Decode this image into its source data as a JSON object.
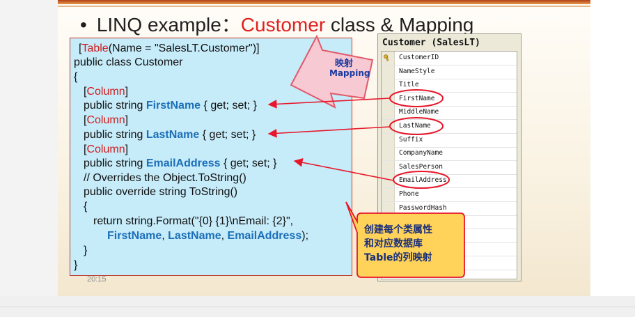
{
  "slide": {
    "title_prefix": "LINQ example：",
    "title_red": "Customer",
    "title_suffix": " class & Mapping",
    "timestamp": "20:15"
  },
  "code": {
    "line1": {
      "open": "[",
      "attr": "Table",
      "rest": "(Name = \"SalesLT.Customer\")]"
    },
    "line2": "public class Customer",
    "line3": "{",
    "col1": {
      "open": "[",
      "attr": "Column",
      "close": "]"
    },
    "prop1": {
      "pre": "public string ",
      "name": "FirstName",
      "post": " { get; set; }"
    },
    "col2": {
      "open": "[",
      "attr": "Column",
      "close": "]"
    },
    "prop2": {
      "pre": "public string ",
      "name": "LastName",
      "post": " { get; set; }"
    },
    "col3": {
      "open": "[",
      "attr": "Column",
      "close": "]"
    },
    "prop3": {
      "pre": "public string ",
      "name": "EmailAddress",
      "post": " { get; set; }"
    },
    "comment": "// Overrides the Object.ToString()",
    "override": "public override string ToString()",
    "open_brace": "{",
    "return_line": "return string.Format(\"{0} {1}\\nEmail:   {2}\",",
    "args": {
      "a": "FirstName",
      "sep1": ", ",
      "b": "LastName",
      "sep2": ", ",
      "c": "EmailAddress",
      "end": ");"
    },
    "close_inner": "}",
    "close_outer": "}"
  },
  "db_table": {
    "title": "Customer (SalesLT)",
    "columns": [
      "CustomerID",
      "NameStyle",
      "Title",
      "FirstName",
      "MiddleName",
      "LastName",
      "Suffix",
      "CompanyName",
      "SalesPerson",
      "EmailAddress",
      "Phone",
      "PasswordHash",
      "",
      "",
      "",
      ""
    ]
  },
  "annotations": {
    "mapping_cn": "映射",
    "mapping_en": "Mapping",
    "callout_line1": "创建每个类属性",
    "callout_line2": "和对应数据库",
    "callout_line3": "Table的列映射"
  },
  "colors": {
    "title_red": "#e02020",
    "code_bg": "#c6ebf9",
    "attr_red": "#d01c1c",
    "prop_blue": "#1c6fb8",
    "arrow_red": "#e8162a",
    "callout_fill": "#ffd25a",
    "mapping_fill": "#f7c9d3"
  }
}
